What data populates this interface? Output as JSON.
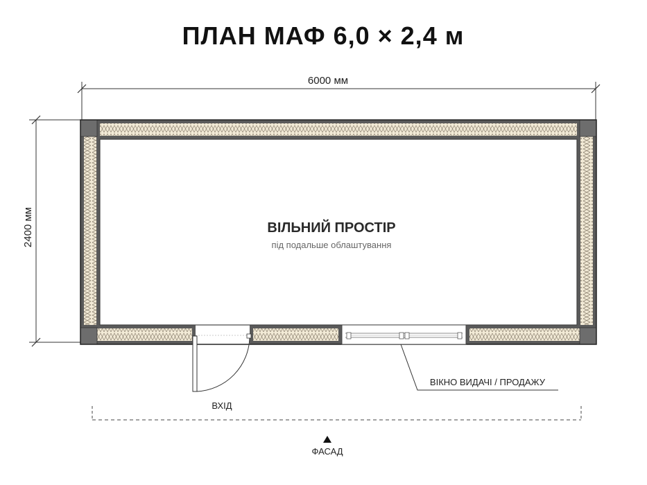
{
  "title": "ПЛАН МАФ 6,0 × 2,4 м",
  "dimensions": {
    "width_label": "6000 мм",
    "height_label": "2400 мм"
  },
  "room": {
    "name": "ВІЛЬНИЙ ПРОСТІР",
    "subtitle": "під подальше облаштування"
  },
  "labels": {
    "entrance": "ВХІД",
    "window": "ВІКНО ВИДАЧІ / ПРОДАЖУ",
    "facade": "ФАСАД"
  }
}
